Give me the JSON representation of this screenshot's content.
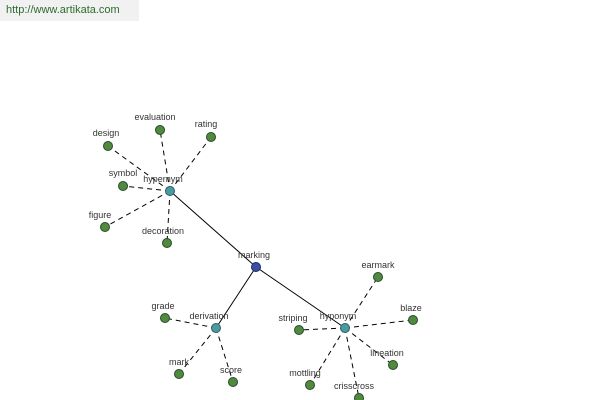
{
  "header": {
    "url": "http://www.artikata.com"
  },
  "colors": {
    "center_node": "#3b4fa0",
    "relation_node": "#4a9aa2",
    "leaf_node": "#4f8a3f",
    "node_stroke": "#2a4a2a",
    "edge": "#000000"
  },
  "graph": {
    "center": "marking",
    "relations": [
      {
        "label": "hypernym",
        "terms": [
          "design",
          "evaluation",
          "rating",
          "symbol",
          "figure",
          "decoration"
        ]
      },
      {
        "label": "derivation",
        "terms": [
          "grade",
          "mark",
          "score"
        ]
      },
      {
        "label": "hyponym",
        "terms": [
          "earmark",
          "striping",
          "blaze",
          "lineation",
          "mottling",
          "crisscross"
        ]
      }
    ]
  }
}
